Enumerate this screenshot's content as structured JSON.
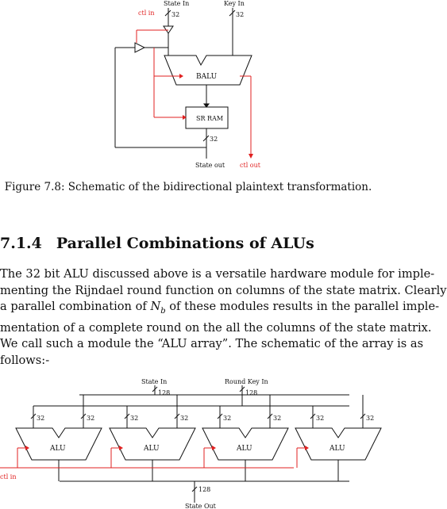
{
  "figure1": {
    "labels": {
      "state_in": "State In",
      "key_in": "Key In",
      "ctl_in": "ctl in",
      "bus_width_top": "32",
      "bus_width_key": "32",
      "balu": "BALU",
      "sr_ram": "SR RAM",
      "bus_width_out": "32",
      "state_out": "State out",
      "ctl_out": "ctl out"
    },
    "caption": "Figure 7.8: Schematic of the bidirectional plaintext transformation."
  },
  "section": {
    "number": "7.1.4",
    "title": "Parallel Combinations of ALUs"
  },
  "paragraph": {
    "l1": "The 32 bit ALU discussed above is a versatile hardware module for imple-",
    "l2": "menting the Rijndael round function on columns of the state matrix. Clearly",
    "l3a": "a parallel combination of ",
    "n": "N",
    "sub": "b",
    "l3b": " of these modules results in the parallel imple-",
    "l4": "mentation of a complete round on the all the columns of the state matrix.",
    "l5": "We call such a module the “ALU array”. The schematic of the array is as",
    "l6": "follows:-"
  },
  "figure2": {
    "labels": {
      "state_in": "State In",
      "round_key_in": "Round Key In",
      "bus_width_state": "128",
      "bus_width_key": "128",
      "alu_label": "ALU",
      "lane_width": "32",
      "ctl_in": "ctl in",
      "bus_width_out": "128",
      "state_out": "State Out"
    }
  },
  "colors": {
    "control_line": "#e02020",
    "line": "#111111"
  }
}
